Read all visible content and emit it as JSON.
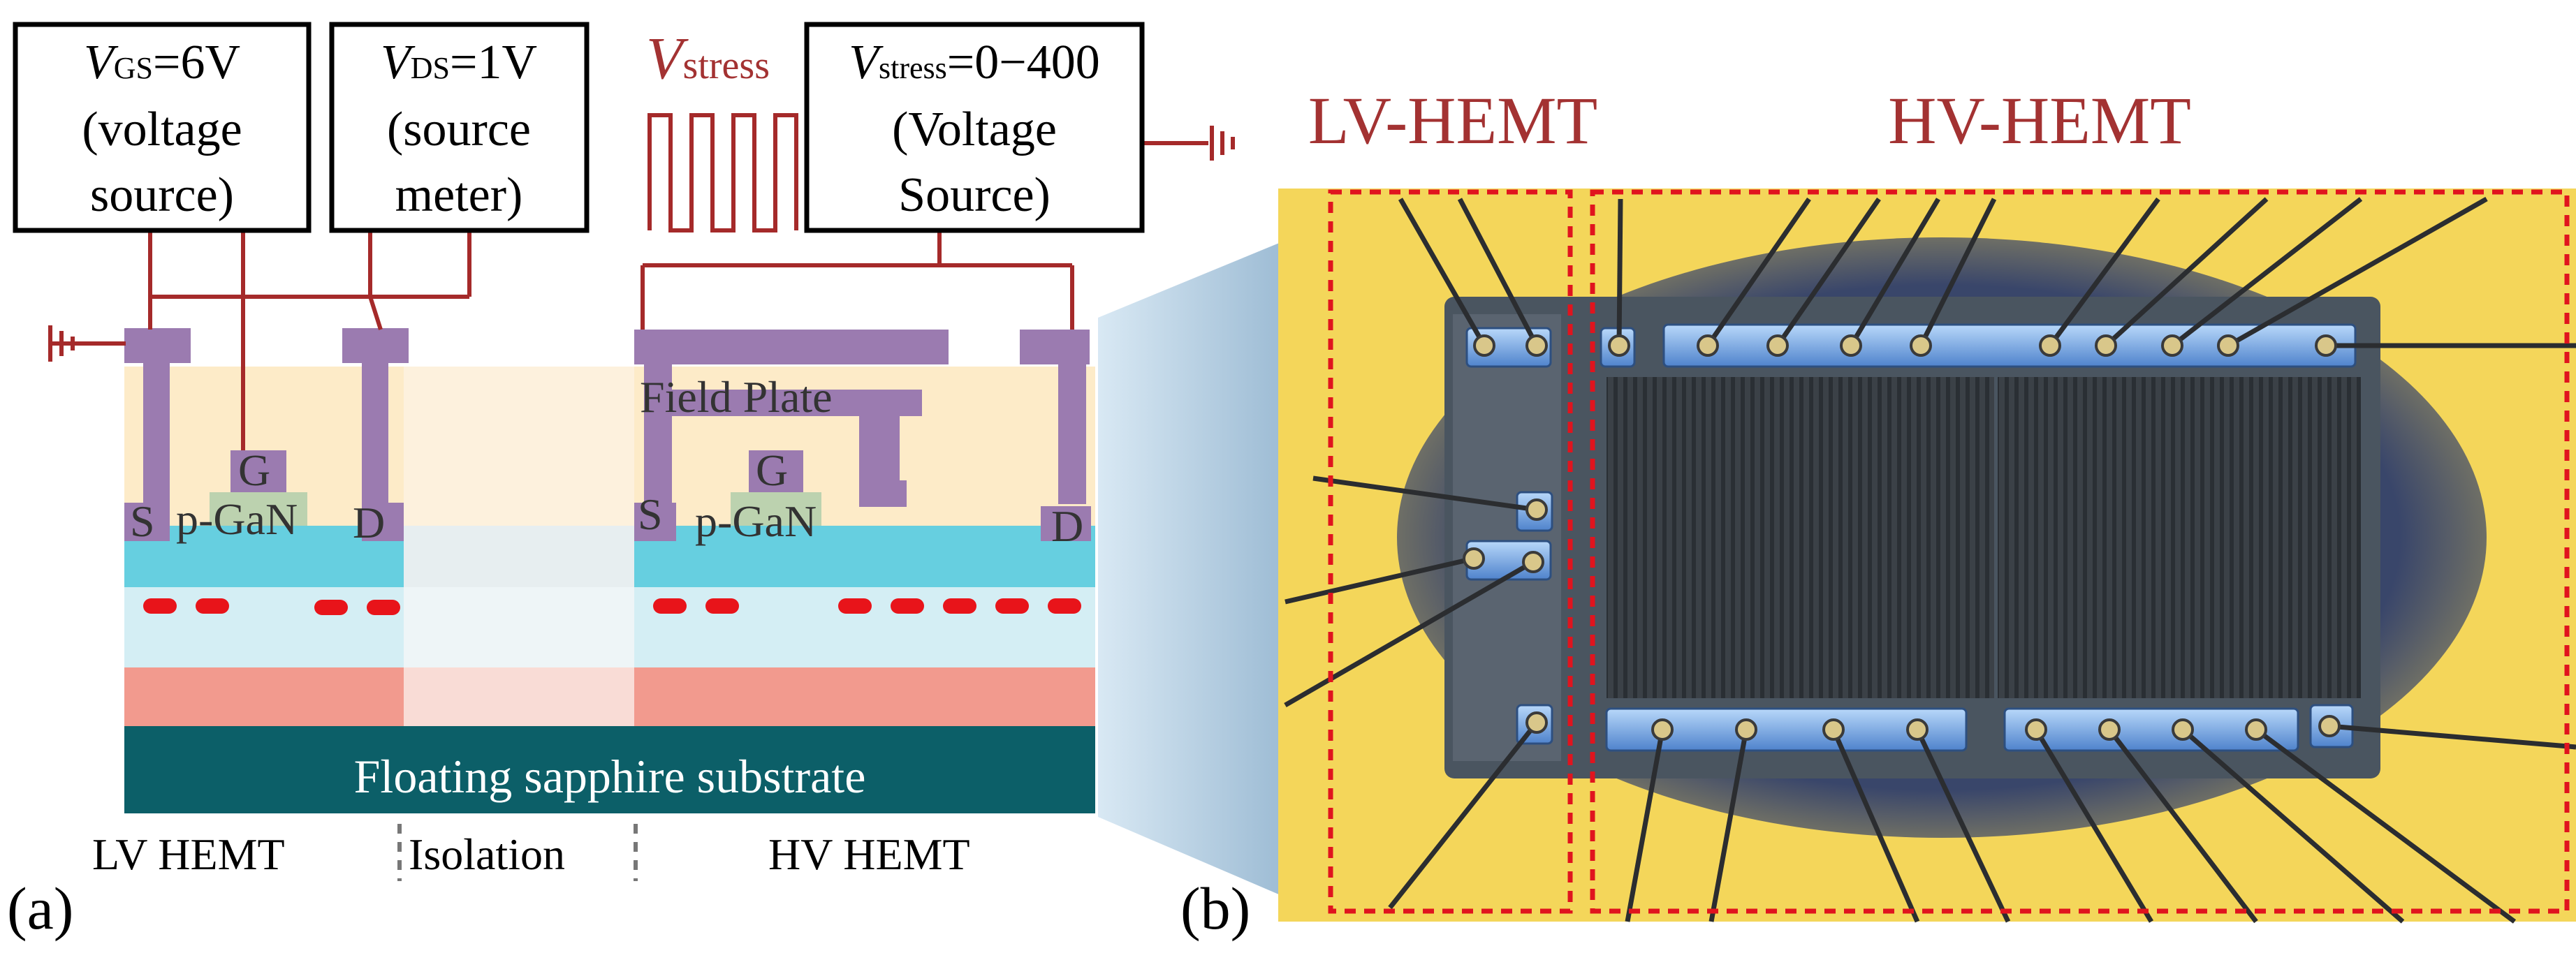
{
  "panel_a": {
    "label": "(a)",
    "boxes": {
      "vgs": {
        "sym": "V",
        "sub": "GS",
        "val": "=6V",
        "line2": "(voltage",
        "line3": "source)"
      },
      "vds": {
        "sym": "V",
        "sub": "DS",
        "val": "=1V",
        "line2": "(source",
        "line3": "meter)"
      },
      "vstress": {
        "sym": "V",
        "sub": "stress",
        "val": "=0−400",
        "line2": "(Voltage",
        "line3": "Source)"
      }
    },
    "pulse_label": {
      "sym": "V",
      "sub": "stress"
    },
    "device_labels": {
      "lv_source": "S",
      "lv_gate": "G",
      "lv_pgan": "p-GaN",
      "lv_drain": "D",
      "field_plate": "Field Plate",
      "hv_source": "S",
      "hv_gate": "G",
      "hv_pgan": "p-GaN",
      "hv_drain": "D"
    },
    "substrate": "Floating sapphire substrate",
    "bottom_labels": {
      "lv": "LV HEMT",
      "isolation": "Isolation",
      "hv": "HV HEMT"
    }
  },
  "panel_b": {
    "label": "(b)",
    "lv_title": "LV-HEMT",
    "hv_title": "HV-HEMT"
  },
  "colors": {
    "wire": "#a52a2a",
    "text_red": "#a33232",
    "metal": "#9b7bb0",
    "passivation": "#fdebc8",
    "barrier": "#66cfe0",
    "channel": "#d4eef4",
    "buffer": "#f29a8e",
    "substrate": "#0c5f68",
    "dashed_box": "#e0141e",
    "photo_yellow": "#f4d65a",
    "photo_pad": "#86b8ee"
  }
}
